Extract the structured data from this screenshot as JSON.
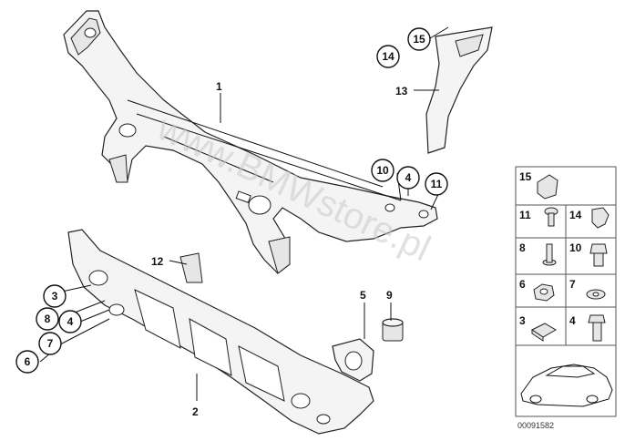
{
  "watermark": "www.BMWstore.pl",
  "diagram_id": "00091582",
  "callouts": {
    "c1": "1",
    "c2": "2",
    "c3": "3",
    "c4a": "4",
    "c4b": "4",
    "c5": "5",
    "c6": "6",
    "c7": "7",
    "c8": "8",
    "c9": "9",
    "c10": "10",
    "c11": "11",
    "c12": "12",
    "c13": "13",
    "c14": "14",
    "c15": "15"
  },
  "legend": {
    "r15": "15",
    "r11": "11",
    "r14": "14",
    "r8": "8",
    "r10": "10",
    "r6": "6",
    "r7": "7",
    "r3": "3",
    "r4": "4"
  }
}
